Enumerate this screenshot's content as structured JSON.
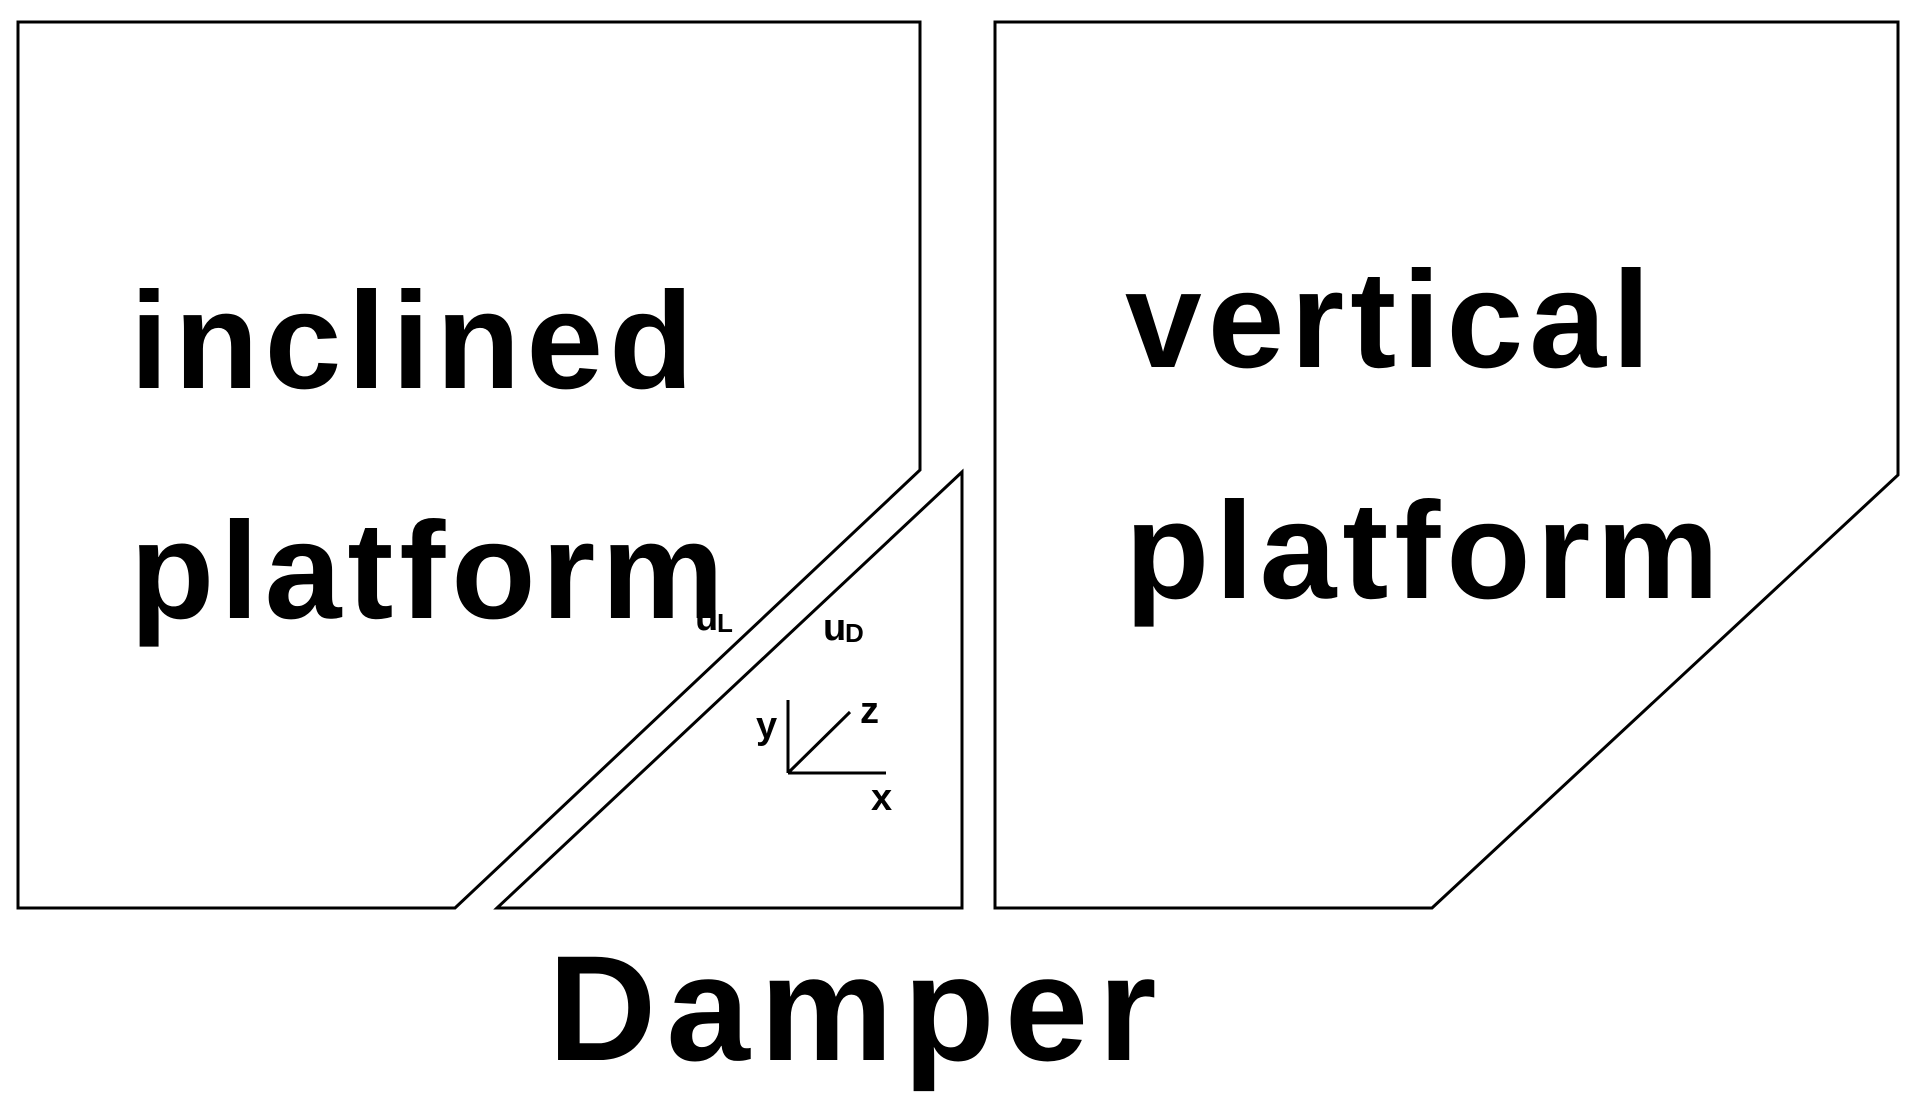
{
  "inclined_platform": {
    "line1": "inclined",
    "line2": "platform"
  },
  "vertical_platform": {
    "line1": "vertical",
    "line2": "platform"
  },
  "damper": {
    "label": "Damper"
  },
  "displacements": {
    "left_symbol": "u",
    "left_subscript": "L",
    "damper_symbol": "u",
    "damper_subscript": "D"
  },
  "axes": {
    "x": "x",
    "y": "y",
    "z": "z"
  },
  "colors": {
    "stroke": "#000000",
    "background": "#ffffff"
  }
}
